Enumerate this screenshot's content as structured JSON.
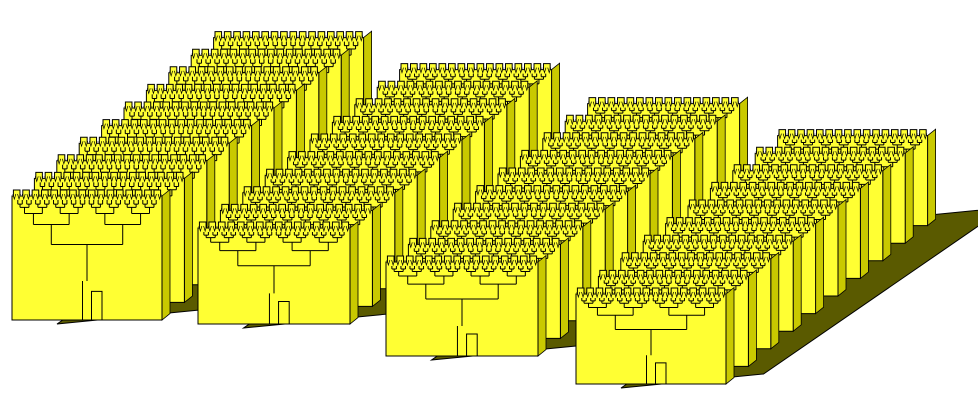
{
  "scene": {
    "type": "3d-antenna-array-render",
    "subject": "array-of-tree-fractal-printed-antennas",
    "groups": 4,
    "rows_per_group": 10,
    "fractal_levels": 5,
    "colors": {
      "board_face": "#ffff33",
      "board_side": "#c9c900",
      "board_edge": "#000000",
      "trace": "#000000",
      "ground_plane": "#5a5a00",
      "ground_plane_edge": "#000000",
      "background": "#ffffff"
    }
  }
}
